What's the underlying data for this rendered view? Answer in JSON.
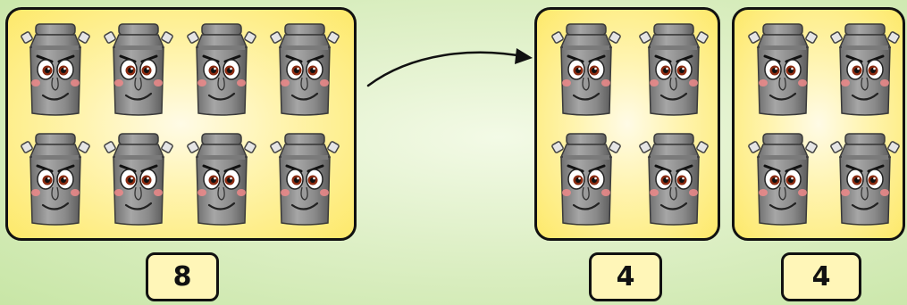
{
  "groups": [
    {
      "label": "8",
      "rows": 2,
      "cols": 4
    },
    {
      "label": "4",
      "rows": 2,
      "cols": 2
    },
    {
      "label": "4",
      "rows": 2,
      "cols": 2
    }
  ],
  "icon": "milk-can-face-icon",
  "colors": {
    "background": "#d4ebb8",
    "panel": "#fde96a",
    "label_box": "#fff6b8",
    "can_body": "#8c8c8c",
    "outline": "#111111"
  }
}
